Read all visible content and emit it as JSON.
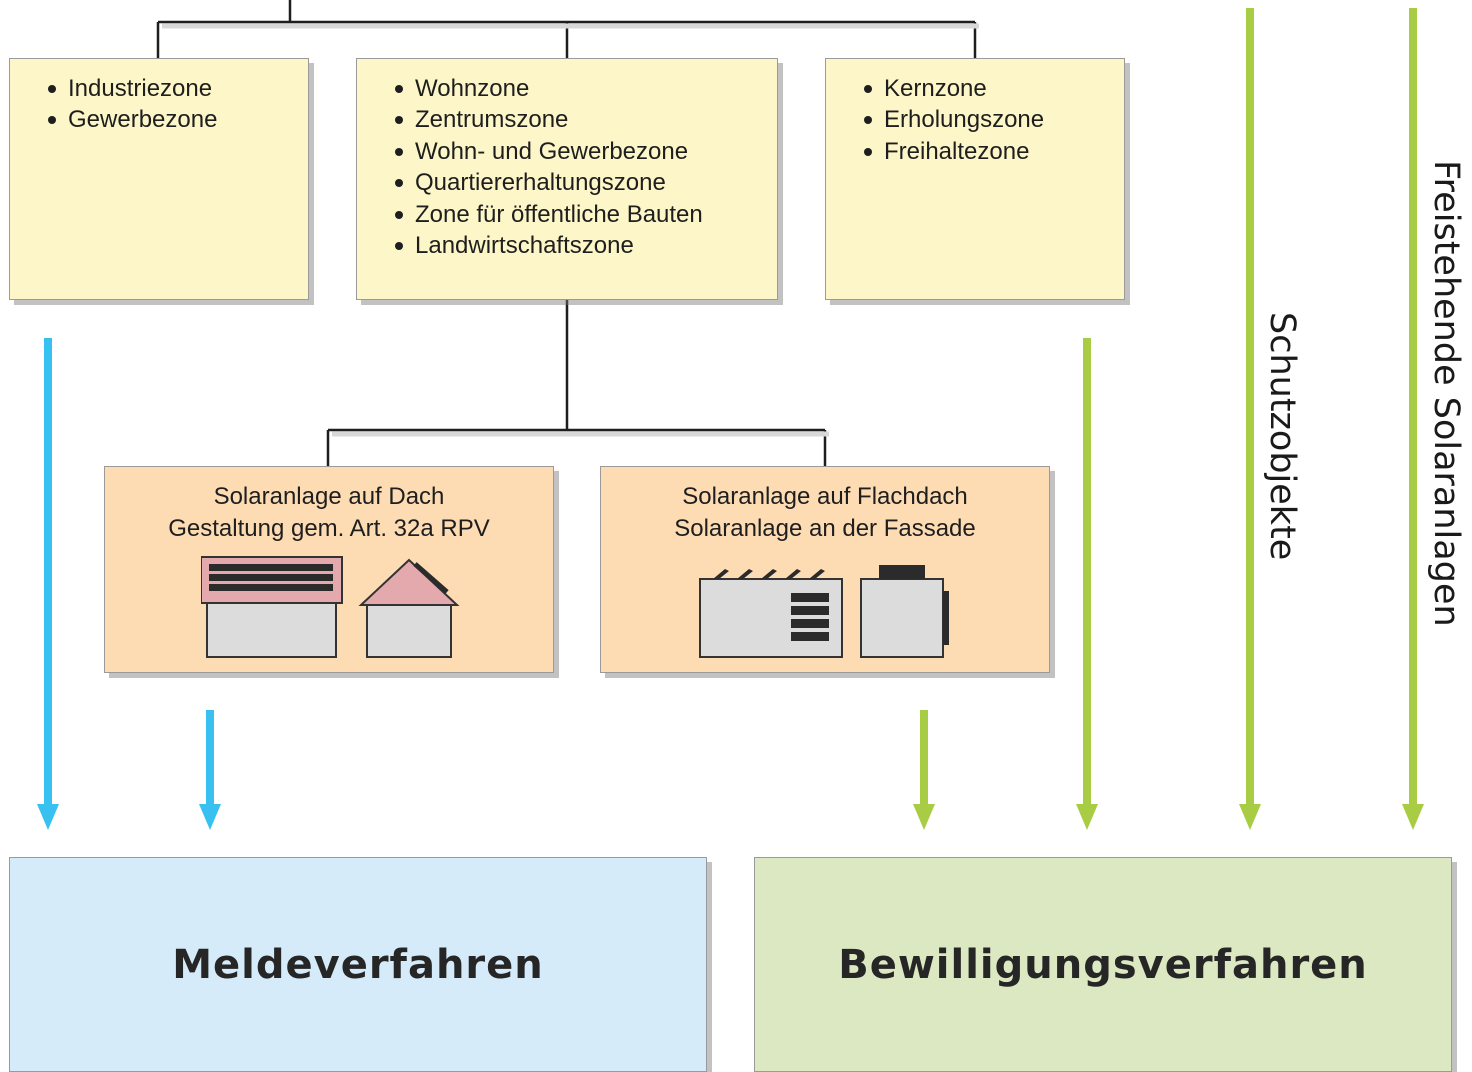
{
  "zones": {
    "industry": [
      "Industriezone",
      "Gewerbezone"
    ],
    "residential": [
      "Wohnzone",
      "Zentrumszone",
      "Wohn- und Gewerbezone",
      "Quartiererhaltungszone",
      "Zone für öffentliche Bauten",
      "Landwirtschaftszone"
    ],
    "core": [
      "Kernzone",
      "Erholungszone",
      "Freihaltezone"
    ]
  },
  "solar": {
    "roof": [
      "Solaranlage auf Dach",
      "Gestaltung gem. Art. 32a RPV"
    ],
    "flat_facade": [
      "Solaranlage auf Flachdach",
      "Solaranlage an der Fassade"
    ]
  },
  "procedures": {
    "notification": "Meldeverfahren",
    "permit": "Bewilligungsverfahren"
  },
  "side_labels": {
    "protected_objects": "Schutzobjekte",
    "freestanding_solar": "Freistehende Solaranlagen"
  },
  "colors": {
    "zone_box": "#fdf6c8",
    "solar_box": "#fddcb4",
    "notification_box": "#d5ebf9",
    "permit_box": "#dbe8c1",
    "blue_arrow": "#38c0f0",
    "green_arrow": "#a8cd45"
  }
}
